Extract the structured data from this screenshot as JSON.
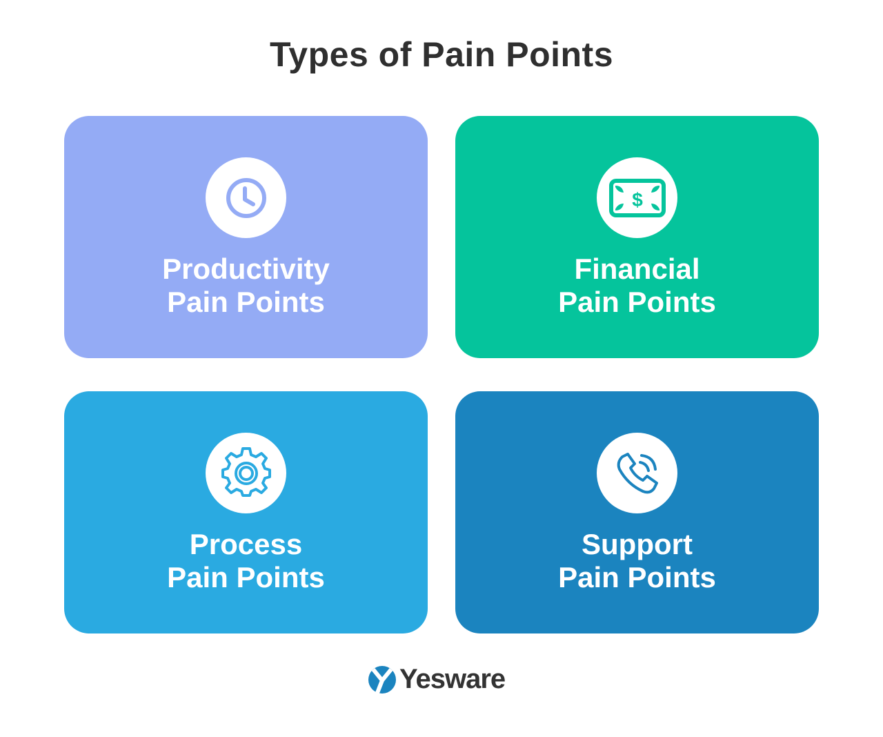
{
  "title": "Types of Pain Points",
  "cards": [
    {
      "line1": "Productivity",
      "line2": "Pain Points",
      "icon": "clock-icon",
      "color": "#94ABF5"
    },
    {
      "line1": "Financial",
      "line2": "Pain Points",
      "icon": "money-bill-icon",
      "color": "#05C49C"
    },
    {
      "line1": "Process",
      "line2": "Pain Points",
      "icon": "gear-icon",
      "color": "#2AAAE1"
    },
    {
      "line1": "Support",
      "line2": "Pain Points",
      "icon": "phone-icon",
      "color": "#1B84BF"
    }
  ],
  "brand": {
    "name": "Yesware",
    "color": "#1B84BF"
  }
}
